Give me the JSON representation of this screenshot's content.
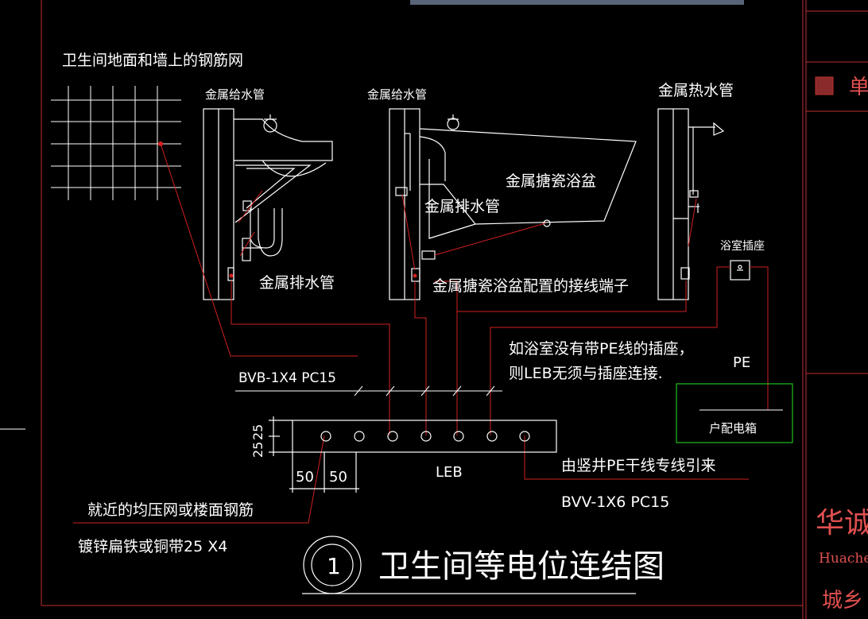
{
  "drawing": {
    "title": "卫生间等电位连结图",
    "circle_number": "1",
    "rebar_note": "卫生间地面和墙上的钢筋网",
    "metal_supply_pipe_1": "金属给水管",
    "metal_supply_pipe_2": "金属给水管",
    "metal_hot_pipe": "金属热水管",
    "metal_drain_pipe_1": "金属排水管",
    "metal_drain_pipe_2": "金属排水管",
    "enamel_bathtub": "金属搪瓷浴盆",
    "bathtub_terminal": "金属搪瓷浴盆配置的接线端子",
    "bathroom_socket": "浴室插座",
    "socket_note_1": "如浴室没有带PE线的插座，",
    "socket_note_2": "则LEB无须与插座连接.",
    "pe_label": "PE",
    "distribution_box": "户配电箱",
    "cable_bvb": "BVB-1X4 PC15",
    "cable_bvv": "BVV-1X6 PC15",
    "leb_label": "LEB",
    "pe_trunk_note": "由竖井PE干线专线引来",
    "dim_height": "25",
    "dim_height_2": "25",
    "dim_50_a": "50",
    "dim_50_b": "50",
    "nearby_grid_note": "就近的均压网或楼面钢筋",
    "flat_iron_note": "镀锌扁铁或铜带25 X4"
  },
  "title_block": {
    "unit_label": "单",
    "company_cn": "华诚",
    "company_en": "Huachen",
    "bottom_text": "城乡"
  },
  "colors": {
    "background": "#000000",
    "line_white": "#ffffff",
    "line_red": "#d02020",
    "box_green": "#20c020",
    "frame_red": "#c03030"
  }
}
